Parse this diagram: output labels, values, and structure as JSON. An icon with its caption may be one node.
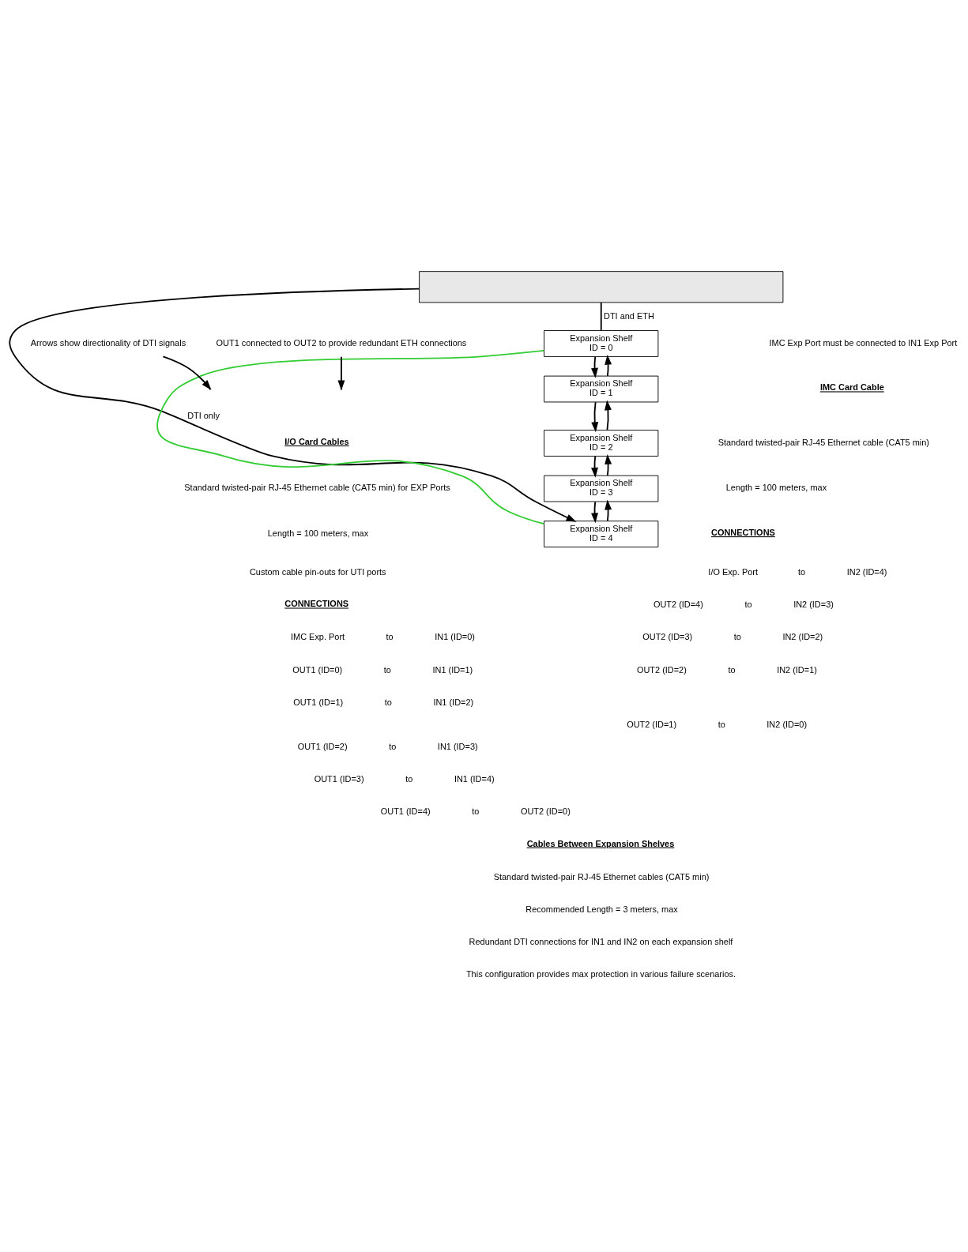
{
  "diagram": {
    "nodes": [
      {
        "text": [],
        "shape": "box"
      },
      {
        "text": [
          "Expansion Shelf",
          "ID = 0"
        ]
      },
      {
        "text": [
          "Expansion Shelf",
          "ID = 1"
        ]
      },
      {
        "text": [
          "Expansion Shelf",
          "ID = 2"
        ]
      },
      {
        "text": [
          "Expansion Shelf",
          "ID = 3"
        ]
      },
      {
        "text": [
          "Expansion Shelf",
          "ID = 4"
        ]
      },
      {
        "text": [
          "Arrows show directionality of DTI signals"
        ]
      },
      {
        "text": [
          "OUT1 connected to OUT2 to provide redundant ETH connections"
        ]
      }
    ],
    "edges": [
      {
        "from": 0,
        "to": 5,
        "arrow": "to",
        "label": "DTI only"
      },
      {
        "from": 0,
        "to": 1,
        "arrow": "none",
        "label": "DTI and ETH"
      },
      {
        "from": 1,
        "to": 2,
        "arrow": "to"
      },
      {
        "from": 2,
        "to": 3,
        "arrow": "to"
      },
      {
        "from": 3,
        "to": 4,
        "arrow": "to"
      },
      {
        "from": 4,
        "to": 5,
        "arrow": "to"
      },
      {
        "from": 5,
        "to": 4,
        "arrow": "to"
      },
      {
        "from": 4,
        "to": 3,
        "arrow": "to"
      },
      {
        "from": 3,
        "to": 2,
        "arrow": "to"
      },
      {
        "from": 2,
        "to": 1,
        "arrow": "to"
      },
      {
        "from": 5,
        "to": 1,
        "arrow": "none",
        "color": "#33cc33"
      },
      {
        "from": 6,
        "to": null,
        "arrow": "to"
      },
      {
        "from": 7,
        "to": null,
        "arrow": "to"
      }
    ],
    "labels": [
      "IMC Exp Port must be connected to IN1 Exp Port",
      "I/O Card Cables",
      "Standard twisted-pair RJ-45 Ethernet cable (CAT5 min) for EXP Ports",
      "Length = 100 meters, max",
      "Custom cable pin-outs for UTI ports",
      "IMC Card Cable",
      "Standard twisted-pair RJ-45 Ethernet cable (CAT5 min)",
      "Length = 100 meters, max",
      "CONNECTIONS",
      "IMC Exp. Port",
      "to",
      "IN1 (ID=0)",
      "OUT1 (ID=0)",
      "to",
      "IN1 (ID=1)",
      "OUT1 (ID=1)",
      "to",
      "IN1 (ID=2)",
      "OUT1 (ID=2)",
      "to",
      "IN1 (ID=3)",
      "OUT1 (ID=3)",
      "to",
      "IN1 (ID=4)",
      "OUT1 (ID=4)",
      "to",
      "OUT2 (ID=0)",
      "CONNECTIONS",
      "I/O Exp. Port",
      "to",
      "IN2 (ID=4)",
      "OUT2 (ID=4)",
      "to",
      "IN2 (ID=3)",
      "OUT2 (ID=3)",
      "to",
      "IN2 (ID=2)",
      "OUT2 (ID=2)",
      "to",
      "IN2 (ID=1)",
      "OUT2 (ID=1)",
      "to",
      "IN2 (ID=0)",
      "Cables Between Expansion Shelves",
      "Standard twisted-pair RJ-45 Ethernet cables (CAT5 min)",
      "Recommended Length = 3 meters, max",
      "Redundant DTI connections for IN1 and IN2 on each expansion shelf",
      "This configuration provides max protection in various failure scenarios."
    ]
  }
}
